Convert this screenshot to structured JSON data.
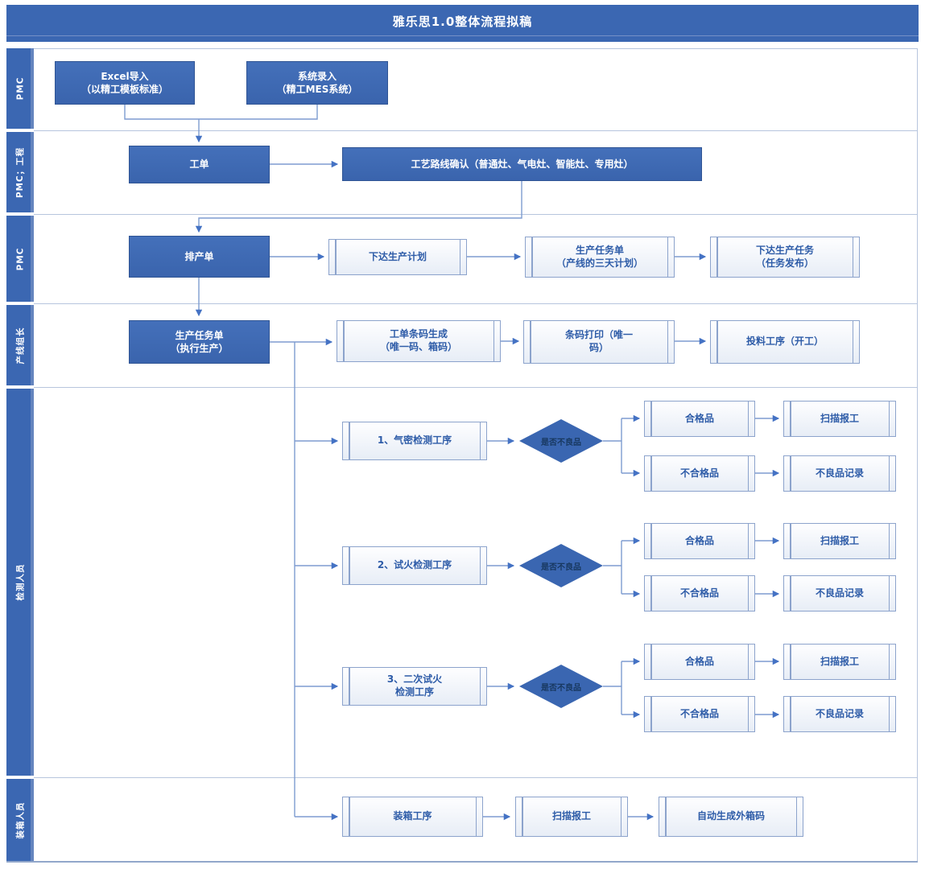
{
  "title": "雅乐思1.0整体流程拟稿",
  "lanes": [
    {
      "label": "PMC"
    },
    {
      "label": "PMC；工程"
    },
    {
      "label": "PMC"
    },
    {
      "label": "产线组长"
    },
    {
      "label": "检测人员"
    },
    {
      "label": "装箱人员"
    }
  ],
  "flow": {
    "pmc_input": {
      "excel_import": "Excel导入\n（以精工模板标准）",
      "system_entry": "系统录入\n（精工MES系统）"
    },
    "engineering": {
      "work_order": "工单",
      "route_confirm": "工艺路线确认（普通灶、气电灶、智能灶、专用灶）"
    },
    "pmc_plan": {
      "schedule_order": "排产单",
      "issue_plan": "下达生产计划",
      "task_order_3day": "生产任务单\n（产线的三天计划）",
      "issue_task": "下达生产任务\n（任务发布）"
    },
    "line_leader": {
      "task_exec": "生产任务单\n（执行生产）",
      "barcode_generate": "工单条码生成\n（唯一码、箱码）",
      "barcode_print": "条码打印（唯一\n码）",
      "feeding": "投料工序（开工）"
    },
    "inspection": {
      "groups": [
        {
          "process": "1、气密检测工序",
          "decision": "是否不良品",
          "pass": "合格品",
          "pass_next": "扫描报工",
          "fail": "不合格品",
          "fail_next": "不良品记录"
        },
        {
          "process": "2、试火检测工序",
          "decision": "是否不良品",
          "pass": "合格品",
          "pass_next": "扫描报工",
          "fail": "不合格品",
          "fail_next": "不良品记录"
        },
        {
          "process": "3、二次试火\n检测工序",
          "decision": "是否不良品",
          "pass": "合格品",
          "pass_next": "扫描报工",
          "fail": "不合格品",
          "fail_next": "不良品记录"
        }
      ]
    },
    "packing": {
      "pack_process": "装箱工序",
      "scan_report": "扫描报工",
      "outer_box_code": "自动生成外箱码"
    }
  },
  "colors": {
    "primary_blue": "#3B67B2",
    "solid_box_border": "#2F5494",
    "subprocess_border": "#8CA3CC",
    "subprocess_text": "#2E5CA8",
    "connector_line": "#7E9CD0",
    "arrow_head": "#4472C4",
    "lane_divider": "#B7C5DD",
    "diamond_text": "#17375E"
  }
}
